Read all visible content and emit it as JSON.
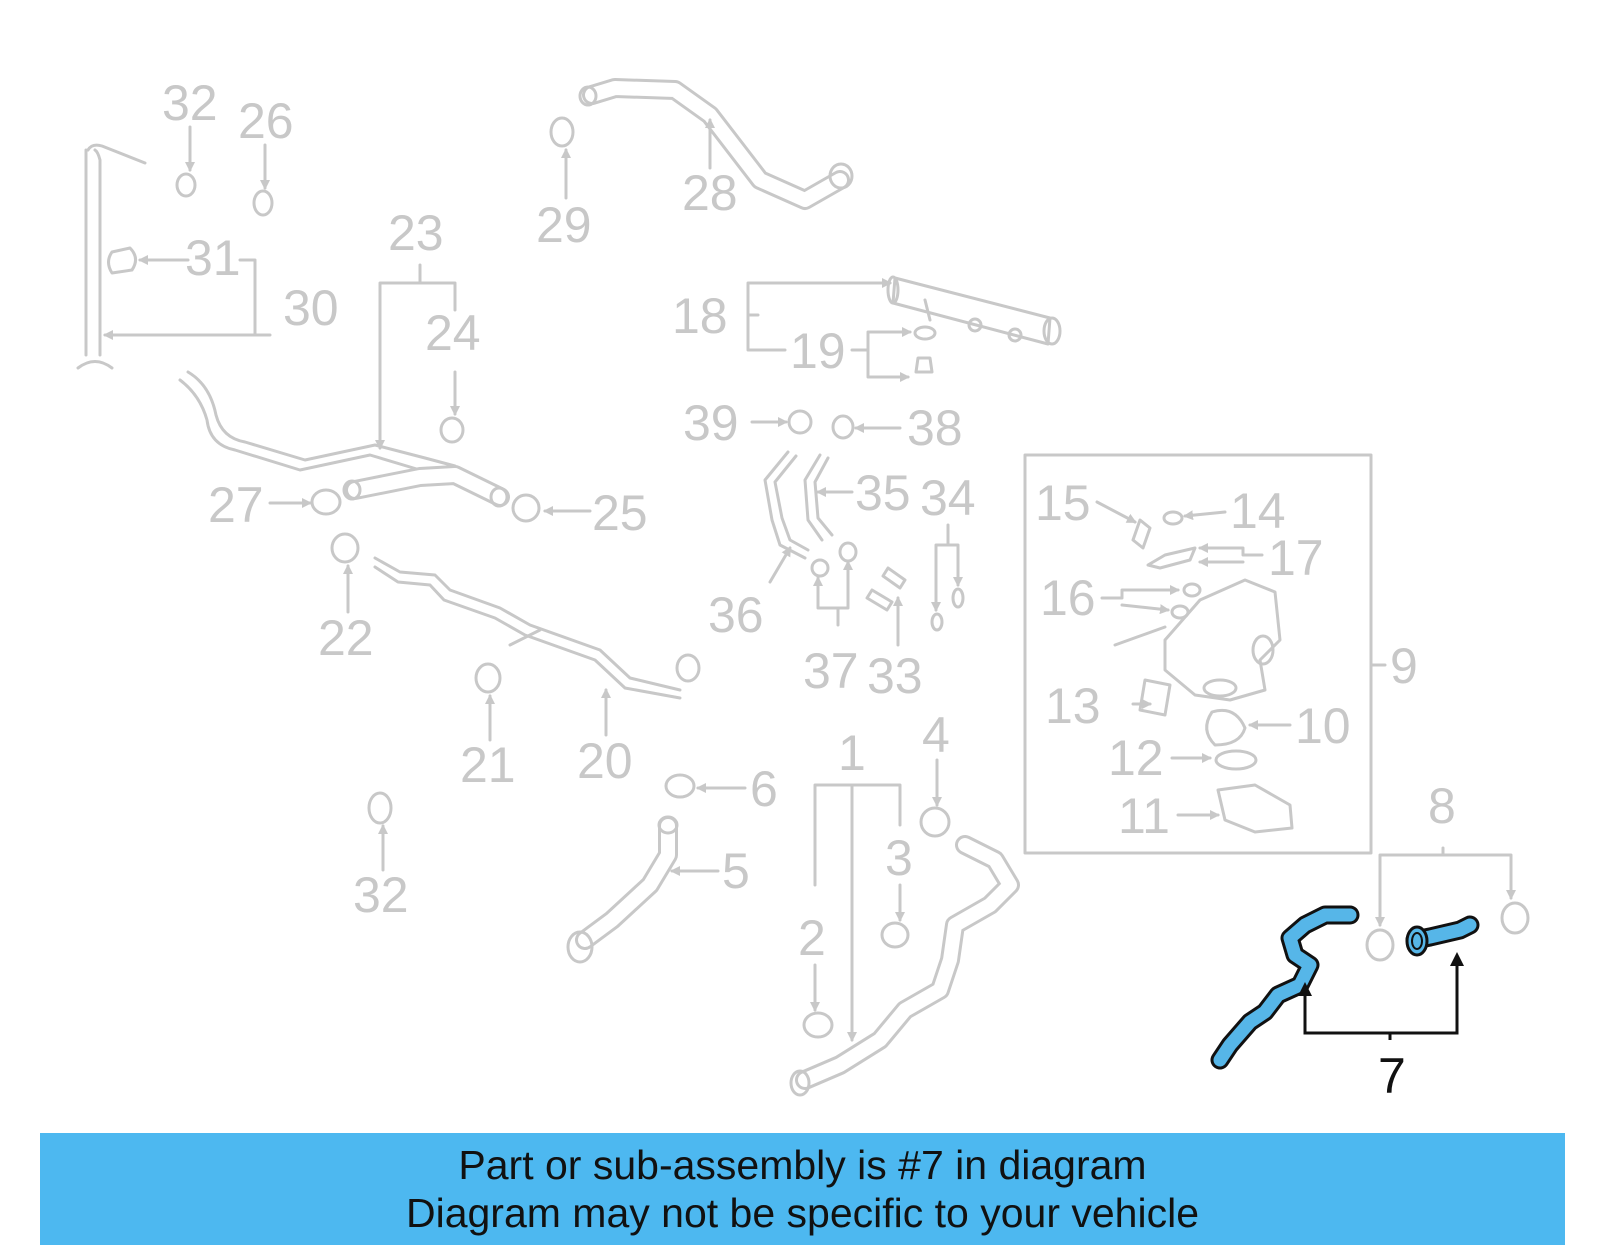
{
  "diagram": {
    "highlight_color": "#4db8f0",
    "highlighted_part": "7",
    "callouts": [
      "1",
      "2",
      "3",
      "4",
      "5",
      "6",
      "7",
      "8",
      "9",
      "10",
      "11",
      "12",
      "13",
      "14",
      "15",
      "16",
      "17",
      "18",
      "19",
      "20",
      "21",
      "22",
      "23",
      "24",
      "25",
      "26",
      "27",
      "28",
      "29",
      "30",
      "31",
      "32",
      "32",
      "33",
      "34",
      "35",
      "36",
      "37",
      "38",
      "39"
    ]
  },
  "banner": {
    "line1": "Part or sub-assembly is #7 in diagram",
    "line2": "Diagram may not be specific to your vehicle",
    "background": "#4db8f0"
  }
}
